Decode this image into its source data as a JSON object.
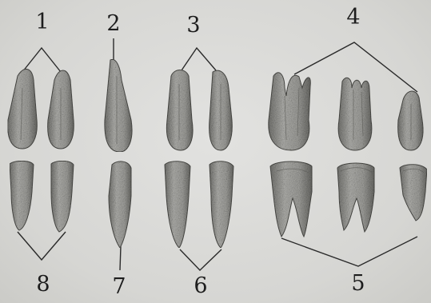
{
  "labels": {
    "l1": "1",
    "l2": "2",
    "l3": "3",
    "l4": "4",
    "l5": "5",
    "l6": "6",
    "l7": "7",
    "l8": "8"
  },
  "colors": {
    "background": "#d9d9d7",
    "tooth_fill": "#a9a9a5",
    "tooth_shade": "#6c6c68",
    "line": "#2a2a2a",
    "text": "#1d1d1d"
  }
}
